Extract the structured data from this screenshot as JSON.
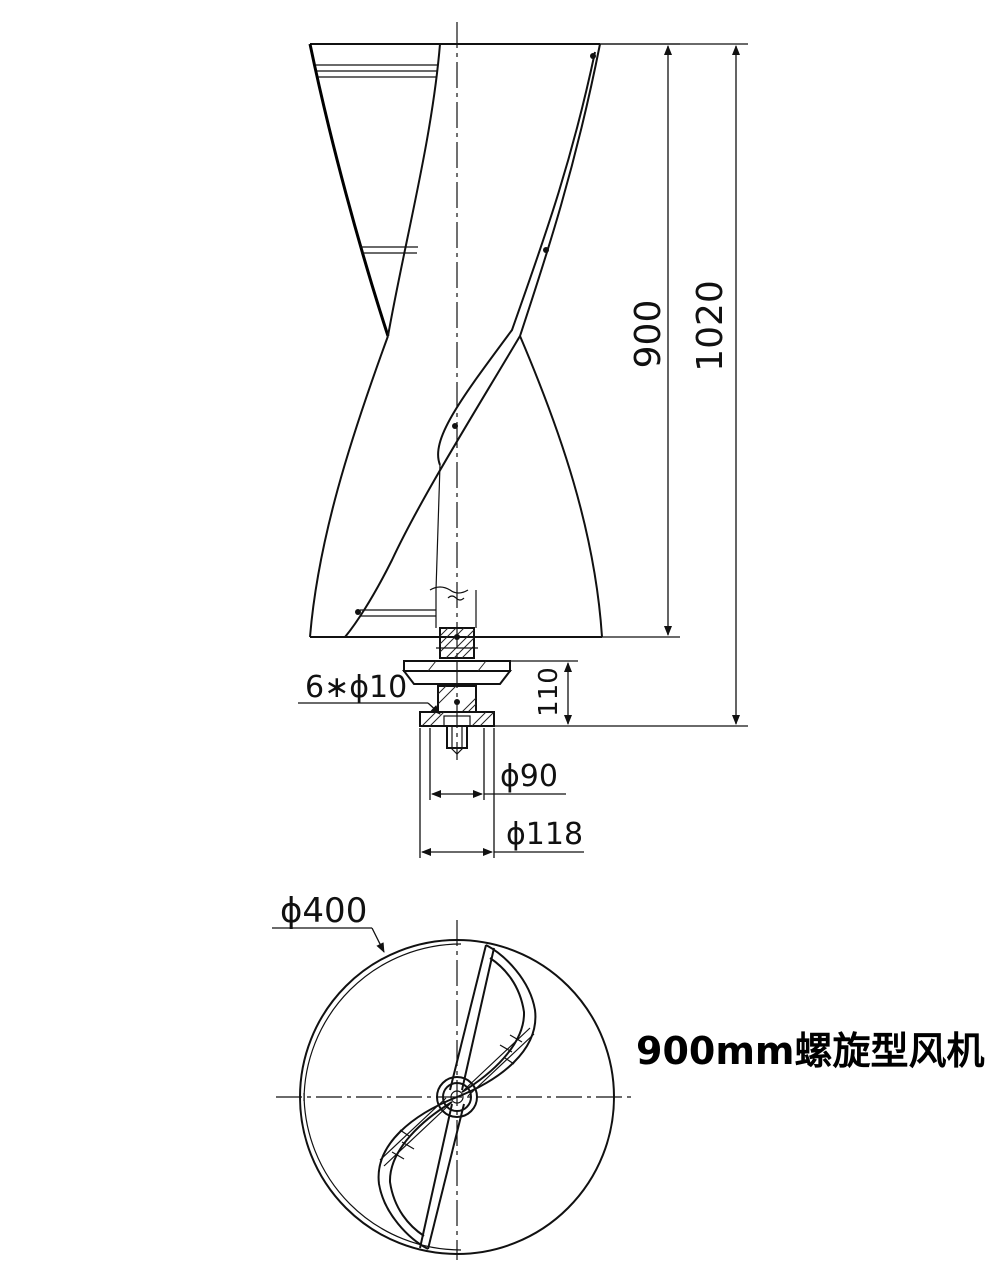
{
  "dimensions": {
    "blade_height": "900",
    "total_height": "1020",
    "hub_height": "110",
    "bolt_holes": "6∗ϕ10",
    "flange_inner": "ϕ90",
    "flange_outer": "ϕ118",
    "rotor_diameter": "ϕ400"
  },
  "title": "900mm螺旋型风机",
  "colors": {
    "line": "#111111",
    "background": "#ffffff"
  }
}
